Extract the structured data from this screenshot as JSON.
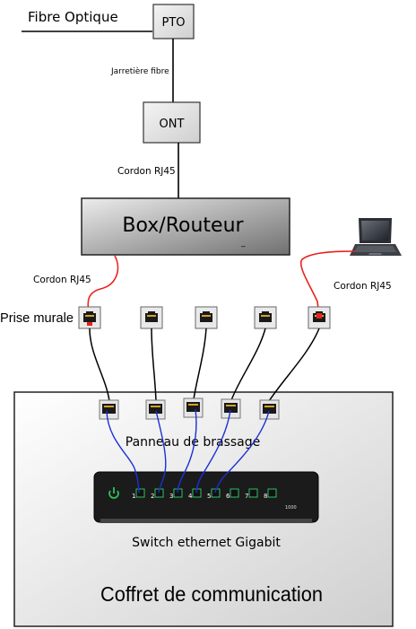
{
  "labels": {
    "fibre_optique": "Fibre Optique",
    "pto": "PTO",
    "jarretiere": "Jarretière fibre",
    "ont": "ONT",
    "cordon_ont": "Cordon RJ45",
    "box": "Box/Routeur",
    "box_mark": "_",
    "cordon_left": "Cordon RJ45",
    "cordon_right": "Cordon RJ45",
    "prise_murale": "Prise murale",
    "panneau": "Panneau de brassage",
    "switch": "Switch ethernet Gigabit",
    "coffret": "Coffret de communication",
    "switch_speed": "1000"
  },
  "switch_ports": [
    "1",
    "2",
    "3",
    "4",
    "5",
    "6",
    "7",
    "8"
  ],
  "colors": {
    "box_gradient_start": "#e6e6e6",
    "box_gradient_end": "#6f6f6f",
    "enclosure_gradient_start": "#ffffff",
    "enclosure_gradient_end": "#d2d2d2",
    "red_cable": "#e8211c",
    "blue_cable": "#1b2fd6",
    "switch_body": "#1b1b1b",
    "port_green": "#2fbf6a",
    "power_green": "#2ec45a"
  },
  "icons": {
    "wall_socket": "rj45-wall-socket-icon",
    "patch_port": "rj45-patch-port-icon",
    "laptop": "laptop-icon",
    "power": "power-icon"
  }
}
